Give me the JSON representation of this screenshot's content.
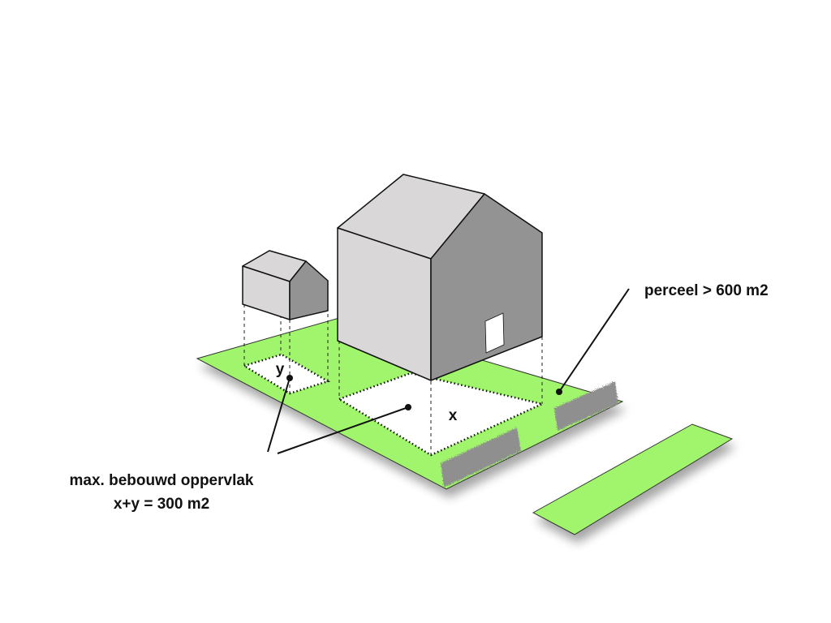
{
  "labels": {
    "parcel": "perceel > 600 m2",
    "built_area_line1": "max. bebouwd oppervlak",
    "built_area_line2": "x+y = 300 m2",
    "footprint_main": "x",
    "footprint_annex": "y"
  },
  "colors": {
    "lawn": "#a1f56c",
    "hedge": "#8f8f8f",
    "roof_light": "#d9d7d8",
    "wall_dark": "#939393",
    "outline": "#111111",
    "door": "#ffffff"
  }
}
